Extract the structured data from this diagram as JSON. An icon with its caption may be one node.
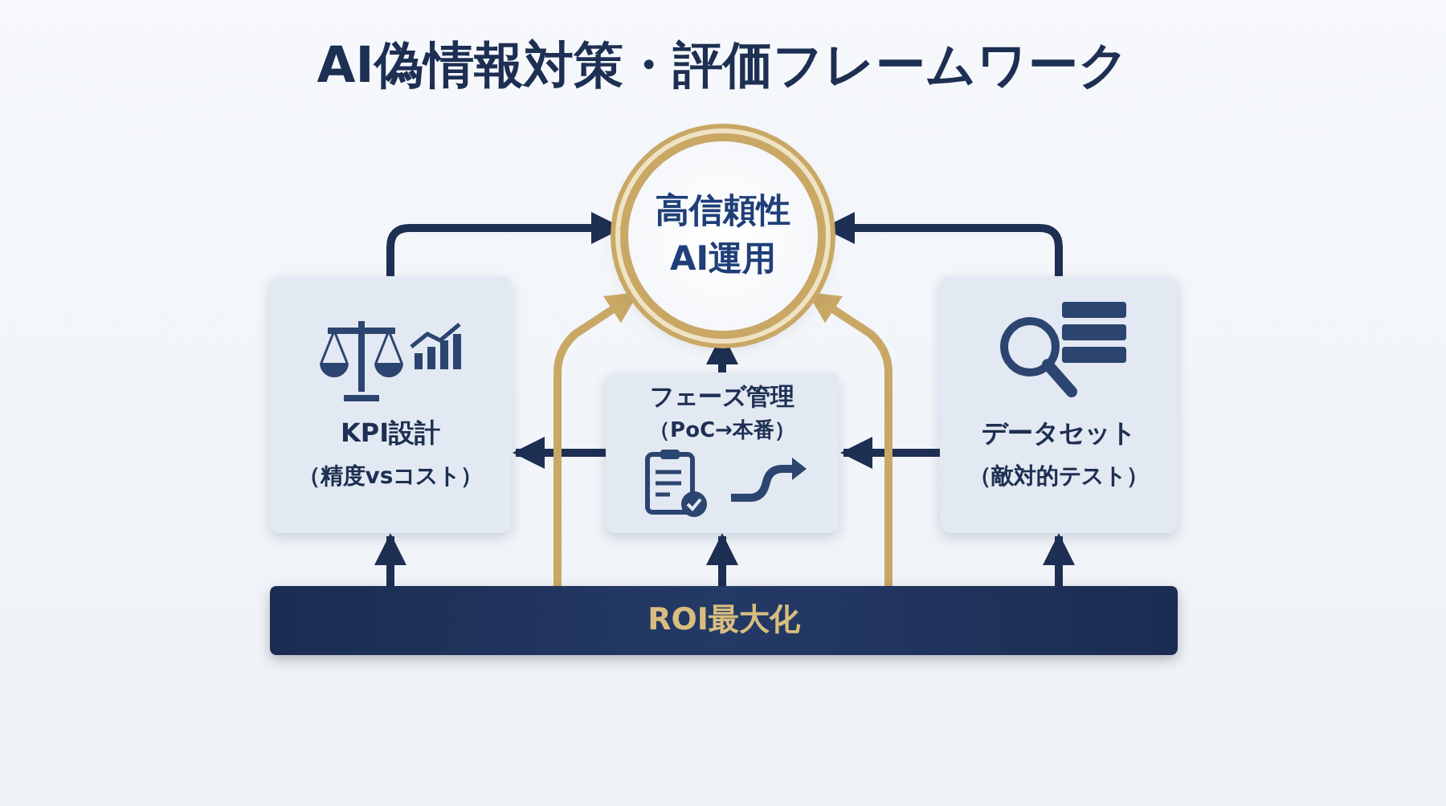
{
  "diagram": {
    "title": "AI偽情報対策・評価フレームワーク",
    "nodes": [
      {
        "text": [
          "高信頼性AI運用"
        ]
      },
      {
        "text": [
          "KPI設計",
          "（精度vsコスト）"
        ]
      },
      {
        "text": [
          "フェーズ管理",
          "（PoC→本番）"
        ]
      },
      {
        "text": [
          "データセット",
          "（敵対的テスト）"
        ]
      },
      {
        "text": [
          "ROI最大化"
        ]
      }
    ],
    "edges": [
      {
        "from": 1,
        "to": 0,
        "arrow": "to"
      },
      {
        "from": 3,
        "to": 0,
        "arrow": "to"
      },
      {
        "from": 2,
        "to": 0,
        "arrow": "to"
      },
      {
        "from": 2,
        "to": 1,
        "arrow": "to"
      },
      {
        "from": 3,
        "to": 2,
        "arrow": "to"
      },
      {
        "from": 4,
        "to": 1,
        "arrow": "to"
      },
      {
        "from": 4,
        "to": 2,
        "arrow": "to"
      },
      {
        "from": 4,
        "to": 3,
        "arrow": "to"
      },
      {
        "from": 4,
        "to": 0,
        "arrow": "to",
        "color": "#c9a866"
      },
      {
        "from": 4,
        "to": 0,
        "arrow": "to",
        "color": "#c9a866"
      }
    ]
  }
}
